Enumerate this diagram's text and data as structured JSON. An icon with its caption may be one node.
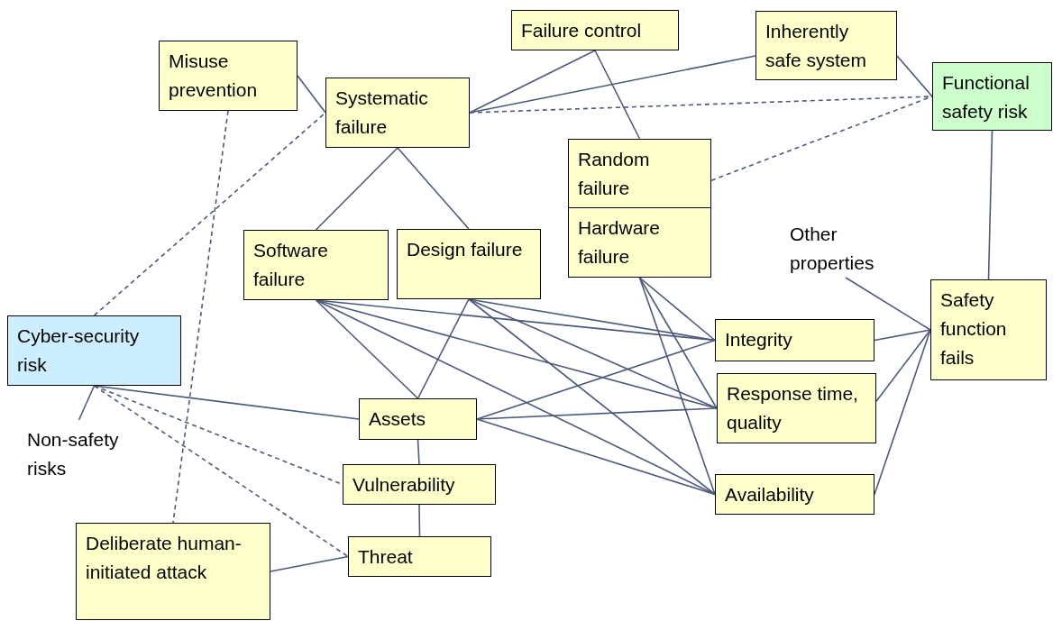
{
  "diagram": {
    "nodes": [
      {
        "text": [
          "Misuse prevention"
        ]
      },
      {
        "text": [
          "Failure control"
        ]
      },
      {
        "text": [
          "Inherently safe system"
        ]
      },
      {
        "text": [
          "Systematic failure"
        ]
      },
      {
        "text": [
          "Functional safety risk"
        ]
      },
      {
        "text": [
          "Random failure"
        ]
      },
      {
        "text": [
          "Hardware failure"
        ]
      },
      {
        "text": [
          "Other properties"
        ]
      },
      {
        "text": [
          "Software failure"
        ]
      },
      {
        "text": [
          "Design failure"
        ]
      },
      {
        "text": [
          "Cyber-security risk"
        ]
      },
      {
        "text": [
          "Safety function fails"
        ]
      },
      {
        "text": [
          "Integrity"
        ]
      },
      {
        "text": [
          "Response time, quality"
        ]
      },
      {
        "text": [
          "Non-safety risks"
        ]
      },
      {
        "text": [
          "Assets"
        ]
      },
      {
        "text": [
          "Availability"
        ]
      },
      {
        "text": [
          "Vulnerability"
        ]
      },
      {
        "text": [
          "Deliberate human-initiated attack"
        ]
      },
      {
        "text": [
          "Threat"
        ]
      }
    ],
    "edges": [
      {
        "from": 0,
        "to": 3,
        "arrow": "none"
      },
      {
        "from": 0,
        "to": 18,
        "arrow": "none",
        "style": "dashed"
      },
      {
        "from": 3,
        "to": 1,
        "arrow": "none"
      },
      {
        "from": 3,
        "to": 2,
        "arrow": "none"
      },
      {
        "from": 3,
        "to": 4,
        "arrow": "none",
        "style": "dashed"
      },
      {
        "from": 1,
        "to": 5,
        "arrow": "none"
      },
      {
        "from": 2,
        "to": 4,
        "arrow": "none"
      },
      {
        "from": 5,
        "to": 4,
        "arrow": "none",
        "style": "dashed"
      },
      {
        "from": 10,
        "to": 3,
        "arrow": "none",
        "style": "dashed"
      },
      {
        "from": 3,
        "to": 8,
        "arrow": "none"
      },
      {
        "from": 3,
        "to": 9,
        "arrow": "none"
      },
      {
        "from": 4,
        "to": 11,
        "arrow": "none"
      },
      {
        "from": 7,
        "to": 11,
        "arrow": "none"
      },
      {
        "from": 12,
        "to": 11,
        "arrow": "none"
      },
      {
        "from": 13,
        "to": 11,
        "arrow": "none"
      },
      {
        "from": 16,
        "to": 11,
        "arrow": "none"
      },
      {
        "from": 8,
        "to": 15,
        "arrow": "none"
      },
      {
        "from": 8,
        "to": 12,
        "arrow": "none"
      },
      {
        "from": 8,
        "to": 13,
        "arrow": "none"
      },
      {
        "from": 8,
        "to": 16,
        "arrow": "none"
      },
      {
        "from": 9,
        "to": 15,
        "arrow": "none"
      },
      {
        "from": 9,
        "to": 12,
        "arrow": "none"
      },
      {
        "from": 9,
        "to": 13,
        "arrow": "none"
      },
      {
        "from": 9,
        "to": 16,
        "arrow": "none"
      },
      {
        "from": 6,
        "to": 12,
        "arrow": "none"
      },
      {
        "from": 6,
        "to": 13,
        "arrow": "none"
      },
      {
        "from": 6,
        "to": 16,
        "arrow": "none"
      },
      {
        "from": 15,
        "to": 12,
        "arrow": "none"
      },
      {
        "from": 15,
        "to": 13,
        "arrow": "none"
      },
      {
        "from": 15,
        "to": 16,
        "arrow": "none"
      },
      {
        "from": 10,
        "to": 15,
        "arrow": "none"
      },
      {
        "from": 10,
        "to": 17,
        "arrow": "none",
        "style": "dashed"
      },
      {
        "from": 10,
        "to": 19,
        "arrow": "none",
        "style": "dashed"
      },
      {
        "from": 10,
        "to": 14,
        "arrow": "none"
      },
      {
        "from": 15,
        "to": 17,
        "arrow": "none"
      },
      {
        "from": 17,
        "to": 19,
        "arrow": "none"
      },
      {
        "from": 18,
        "to": 19,
        "arrow": "none"
      }
    ]
  }
}
